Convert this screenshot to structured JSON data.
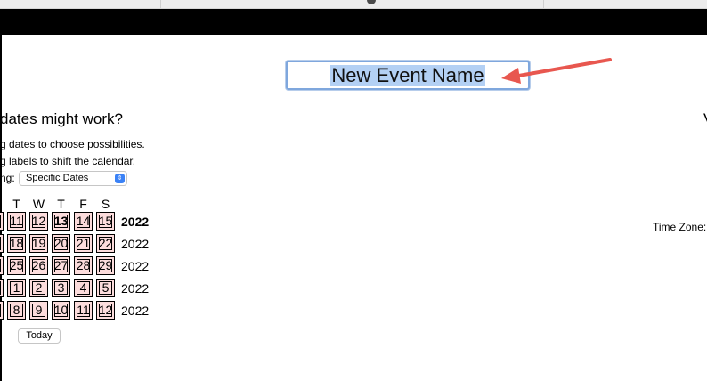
{
  "event": {
    "name": "New Event Name"
  },
  "intro": {
    "heading": "dates might work?",
    "instruction_1": "g dates to choose possibilities.",
    "instruction_2": "g labels to shift the calendar.",
    "survey_label": "ng:",
    "survey_value": "Specific Dates"
  },
  "right_heading": "V",
  "calendar": {
    "day_headers": [
      "T",
      "W",
      "T",
      "F",
      "S"
    ],
    "weeks": [
      {
        "days": [
          "11",
          "12",
          "13",
          "14",
          "15"
        ],
        "year": "2022"
      },
      {
        "days": [
          "18",
          "19",
          "20",
          "21",
          "22"
        ],
        "year": "2022"
      },
      {
        "days": [
          "25",
          "26",
          "27",
          "28",
          "29"
        ],
        "year": "2022"
      },
      {
        "days": [
          "1",
          "2",
          "3",
          "4",
          "5"
        ],
        "year": "2022"
      },
      {
        "days": [
          "8",
          "9",
          "10",
          "11",
          "12"
        ],
        "year": "2022"
      }
    ],
    "today_button": "Today"
  },
  "time_zone_label": "Time Zone:",
  "colors": {
    "cell_bg": "#fcdcdc",
    "arrow": "#e8574f",
    "selection": "#b3d0f4"
  }
}
